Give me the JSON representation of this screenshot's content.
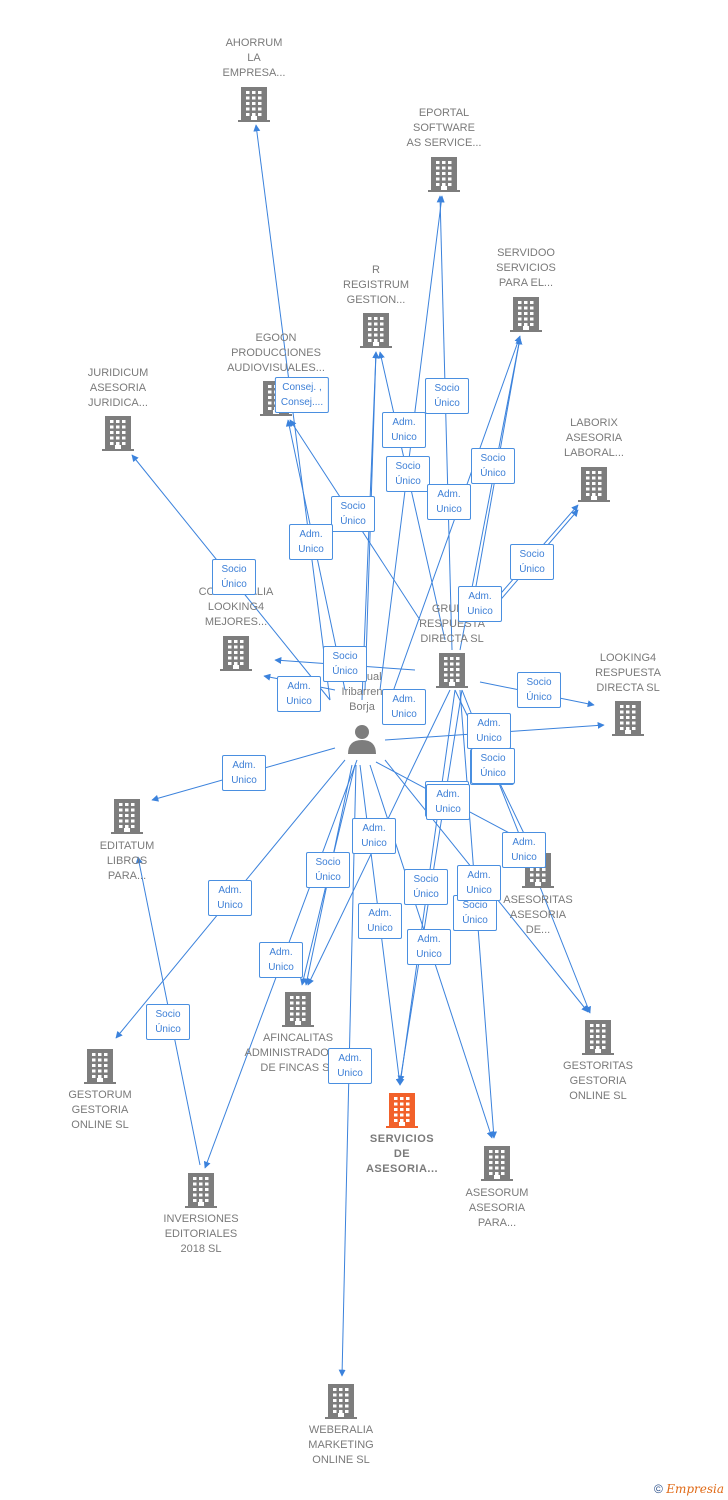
{
  "colors": {
    "edge": "#3b82dc",
    "node": "#7d7d7d",
    "focus_node": "#f2612a",
    "person": "#7d7d7d"
  },
  "nodes": [
    {
      "id": "ahorrum",
      "label": "AHORRUM\nLA\nEMPRESA...",
      "type": "company"
    },
    {
      "id": "eportal",
      "label": "EPORTAL\nSOFTWARE\nAS SERVICE...",
      "type": "company"
    },
    {
      "id": "servidoo",
      "label": "SERVIDOO\nSERVICIOS\nPARA EL...",
      "type": "company"
    },
    {
      "id": "registrum",
      "label": "R\nREGISTRUM\nGESTION...",
      "type": "company"
    },
    {
      "id": "egoon",
      "label": "EGOON\nPRODUCCIONES\nAUDIOVISUALES...",
      "type": "company"
    },
    {
      "id": "juridicum",
      "label": "JURIDICUM\nASESORIA\nJURIDICA...",
      "type": "company"
    },
    {
      "id": "laborix",
      "label": "LABORIX\nASESORIA\nLABORAL...",
      "type": "company"
    },
    {
      "id": "consultalia",
      "label": "CONSULTALIA\nLOOKING4\nMEJORES...",
      "type": "company"
    },
    {
      "id": "grupo",
      "label": "GRUPO\nRESPUESTA\nDIRECTA SL",
      "type": "company"
    },
    {
      "id": "person",
      "label": "Pascual\nIribarren\nBorja",
      "type": "person"
    },
    {
      "id": "looking4",
      "label": "LOOKING4\nRESPUESTA\nDIRECTA SL",
      "type": "company"
    },
    {
      "id": "editatum",
      "label": "EDITATUM\nLIBROS\nPARA...",
      "type": "company"
    },
    {
      "id": "asesoritas",
      "label": "ASESORITAS\nASESORIA\nDE...",
      "type": "company"
    },
    {
      "id": "afincalitas",
      "label": "AFINCALITAS\nADMINISTRADORES\nDE FINCAS  SL",
      "type": "company"
    },
    {
      "id": "gestoritas",
      "label": "GESTORITAS\nGESTORIA\nONLINE  SL",
      "type": "company"
    },
    {
      "id": "gestorum",
      "label": "GESTORUM\nGESTORIA\nONLINE SL",
      "type": "company"
    },
    {
      "id": "servicios",
      "label": "SERVICIOS\nDE\nASESORIA...",
      "type": "focus"
    },
    {
      "id": "asesorum",
      "label": "ASESORUM\nASESORIA\nPARA...",
      "type": "company"
    },
    {
      "id": "inversiones",
      "label": "INVERSIONES\nEDITORIALES\n2018  SL",
      "type": "company"
    },
    {
      "id": "weberalia",
      "label": "WEBERALIA\nMARKETING\nONLINE SL",
      "type": "company"
    }
  ],
  "badges": [
    {
      "text": "Consej. ,\nConsej...."
    },
    {
      "text": "Socio\nÚnico"
    },
    {
      "text": "Adm.\nUnico"
    },
    {
      "text": "Socio\nÚnico"
    },
    {
      "text": "Socio\nÚnico"
    },
    {
      "text": "Adm.\nUnico"
    },
    {
      "text": "Socio\nÚnico"
    },
    {
      "text": "Adm.\nUnico"
    },
    {
      "text": "Socio\nÚnico"
    },
    {
      "text": "Adm.\nUnico"
    },
    {
      "text": "Adm.\nUnico"
    },
    {
      "text": "Socio\nÚnico"
    },
    {
      "text": "Adm.\nUnico"
    },
    {
      "text": "Adm.\nUnico"
    },
    {
      "text": "Socio\nÚnico"
    },
    {
      "text": "Adm.\nUnico"
    },
    {
      "text": "Adm.\nUnico"
    },
    {
      "text": "Socio\nÚnico"
    },
    {
      "text": "Adm.\nUnico"
    },
    {
      "text": "Socio\nÚnico"
    },
    {
      "text": "Adm.\nUnico"
    },
    {
      "text": "Adm.\nUnico"
    },
    {
      "text": "Socio\nÚnico"
    },
    {
      "text": "Socio\nÚnico"
    },
    {
      "text": "Adm.\nUnico"
    },
    {
      "text": "Adm.\nUnico"
    },
    {
      "text": "Adm.\nUnico"
    },
    {
      "text": "Socio\nÚnico"
    },
    {
      "text": "Socio\nÚnico"
    },
    {
      "text": "Adm.\nUnico"
    },
    {
      "text": "Adm.\nUnico"
    },
    {
      "text": "Socio\nÚnico"
    },
    {
      "text": "Adm.\nUnico"
    }
  ],
  "footer": {
    "copyright": "©",
    "brand": "Empresia"
  }
}
